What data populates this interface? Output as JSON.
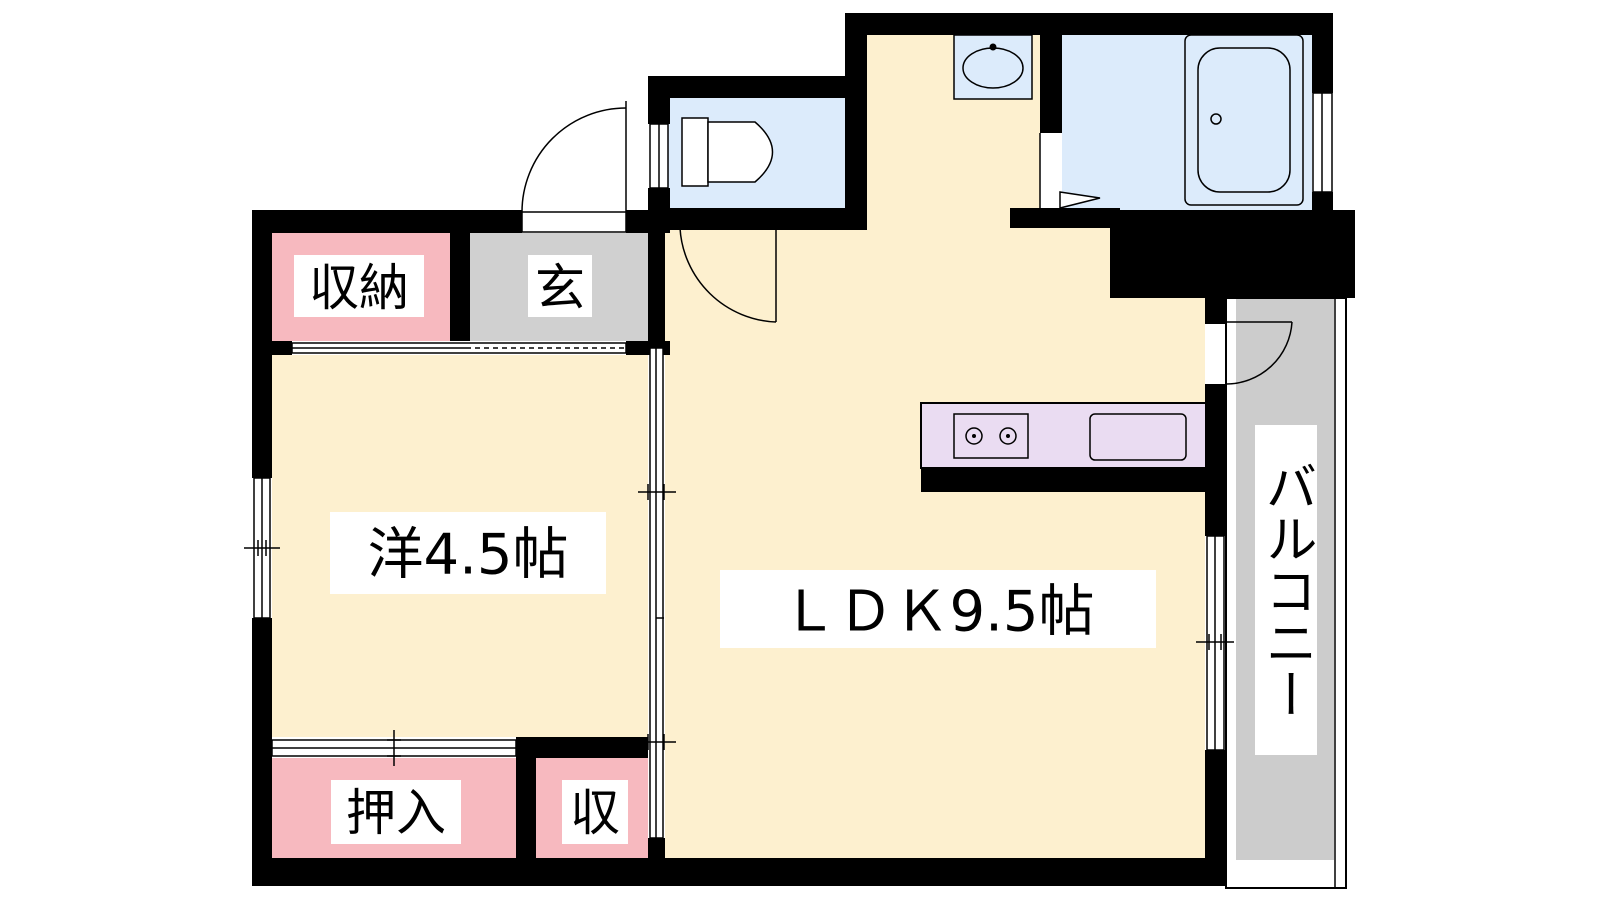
{
  "rooms": {
    "storage_top": "収納",
    "entrance": "玄",
    "western_room": "洋4.5帖",
    "ldk": "ＬＤＫ9.5帖",
    "oshiire": "押入",
    "storage_small": "収",
    "balcony": "バルコニー"
  },
  "colors": {
    "wall": "#000000",
    "ldk_floor": "#fdf0cf",
    "water_area": "#dcebfb",
    "storage": "#f7b9bf",
    "entrance_floor": "#d0d0d0",
    "balcony_floor": "#cccccc",
    "kitchen_counter": "#eadcf2"
  },
  "icons": [
    "toilet-icon",
    "washbasin-icon",
    "bathtub-icon",
    "stove-icon",
    "sink-icon"
  ]
}
